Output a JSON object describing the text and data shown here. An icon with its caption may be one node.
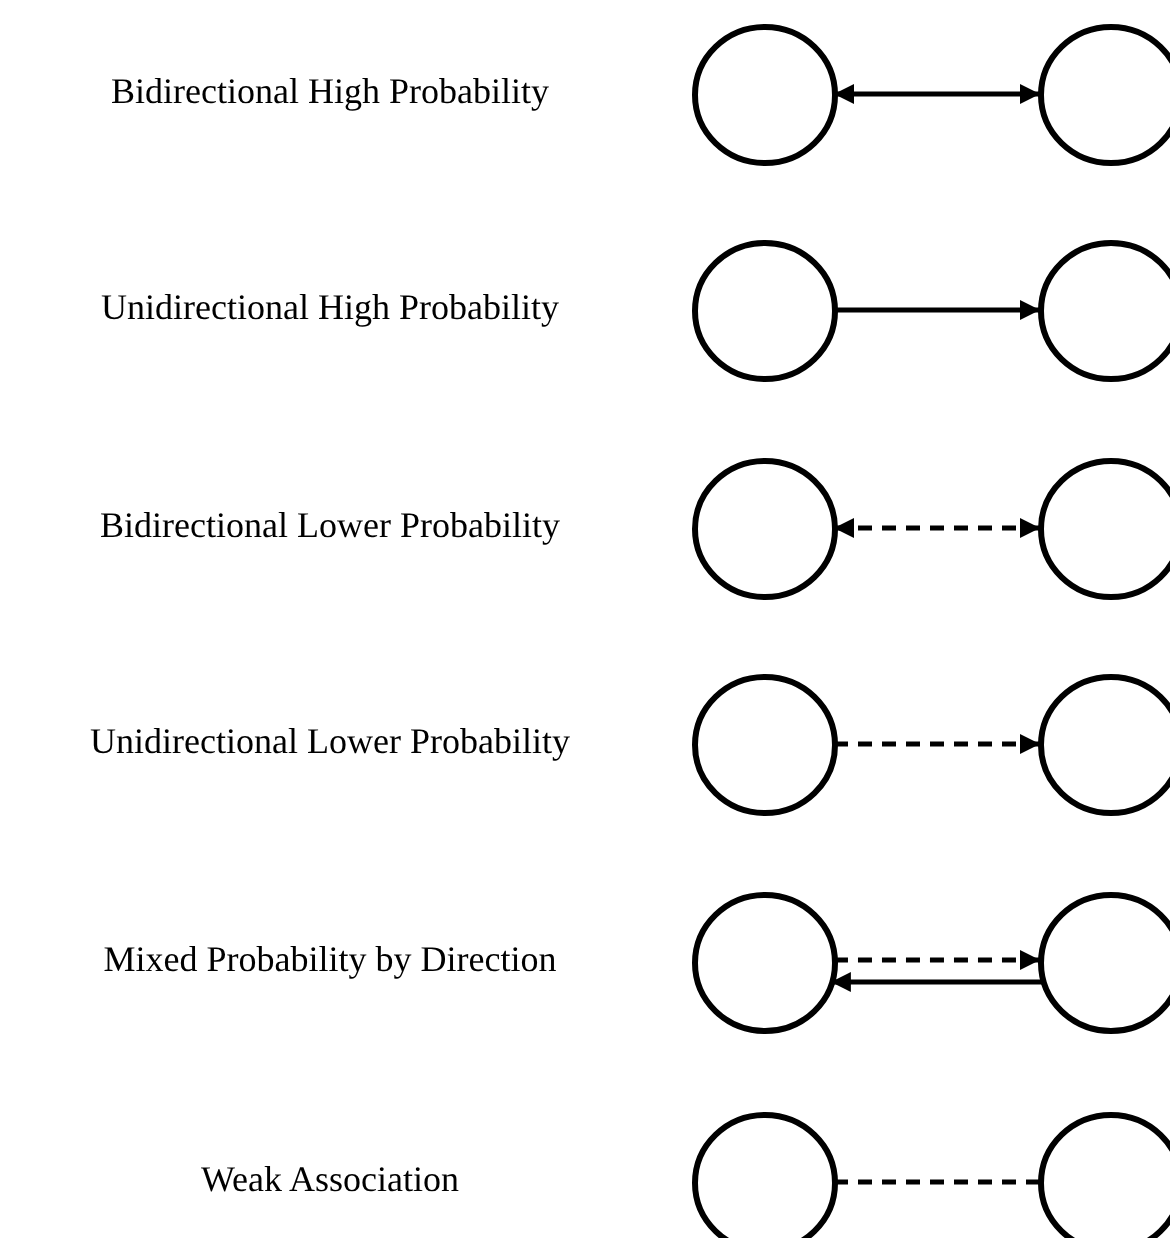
{
  "diagram": {
    "nodes": [
      {
        "text": [],
        "shape": "circle"
      },
      {
        "text": [],
        "shape": "circle"
      },
      {
        "text": [],
        "shape": "circle"
      },
      {
        "text": [],
        "shape": "circle"
      },
      {
        "text": [],
        "shape": "circle"
      },
      {
        "text": [],
        "shape": "circle"
      },
      {
        "text": [],
        "shape": "circle"
      },
      {
        "text": [],
        "shape": "circle"
      },
      {
        "text": [],
        "shape": "circle"
      },
      {
        "text": [],
        "shape": "circle"
      },
      {
        "text": [],
        "shape": "circle"
      },
      {
        "text": [],
        "shape": "circle"
      }
    ],
    "edges": [
      {
        "from": 0,
        "to": 1,
        "arrow": "both"
      },
      {
        "from": 2,
        "to": 3,
        "arrow": "to"
      },
      {
        "from": 4,
        "to": 5,
        "arrow": "both",
        "style": "dashed"
      },
      {
        "from": 6,
        "to": 7,
        "arrow": "to",
        "style": "dashed"
      },
      {
        "from": 8,
        "to": 9,
        "arrow": "to",
        "style": "dashed"
      },
      {
        "from": 9,
        "to": 8,
        "arrow": "to"
      },
      {
        "from": 10,
        "to": 11,
        "arrow": "none",
        "style": "dashed"
      }
    ],
    "labels": [
      "Bidirectional High Probability",
      "Unidirectional High Probability",
      "Bidirectional Lower Probability",
      "Unidirectional Lower Probability",
      "Mixed Probability by Direction",
      "Weak Association"
    ]
  }
}
